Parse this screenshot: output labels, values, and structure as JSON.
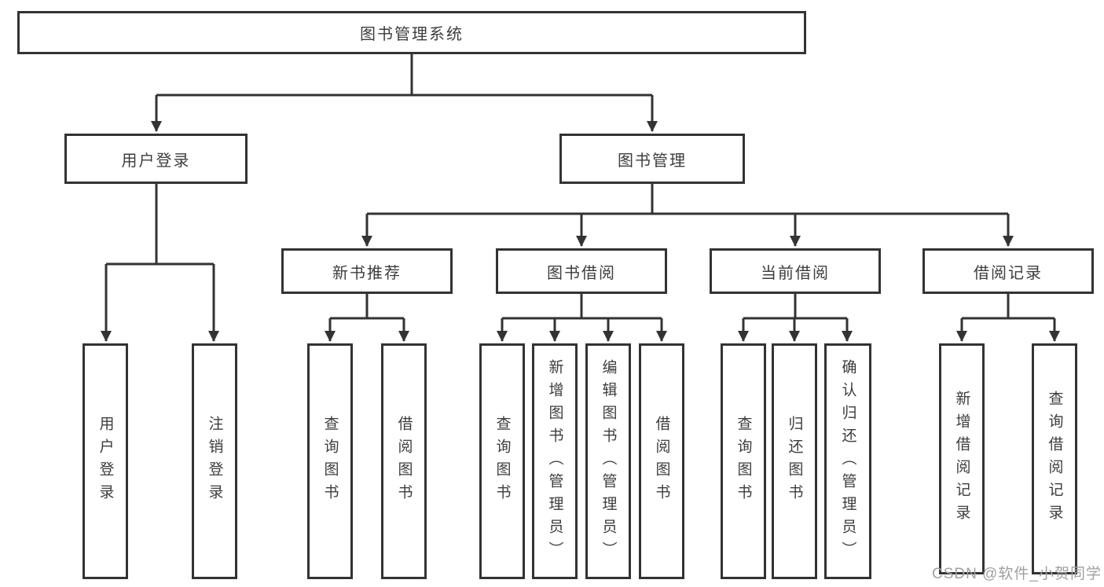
{
  "tree": {
    "root": {
      "label": "图书管理系统"
    },
    "branches": [
      {
        "label": "用户登录",
        "children": [
          {
            "label": "用户登录"
          },
          {
            "label": "注销登录"
          }
        ]
      },
      {
        "label": "图书管理",
        "children": [
          {
            "label": "新书推荐",
            "children": [
              {
                "label": "查询图书"
              },
              {
                "label": "借阅图书"
              }
            ]
          },
          {
            "label": "图书借阅",
            "children": [
              {
                "label": "查询图书"
              },
              {
                "label": "新增图书（管理员）"
              },
              {
                "label": "编辑图书（管理员）"
              },
              {
                "label": "借阅图书"
              }
            ]
          },
          {
            "label": "当前借阅",
            "children": [
              {
                "label": "查询图书"
              },
              {
                "label": "归还图书"
              },
              {
                "label": "确认归还（管理员）"
              }
            ]
          },
          {
            "label": "借阅记录",
            "children": [
              {
                "label": "新增借阅记录"
              },
              {
                "label": "查询借阅记录"
              }
            ]
          }
        ]
      }
    ]
  },
  "watermark": {
    "text": "CSDN @软件_小贺同学"
  },
  "colors": {
    "line": "#333333",
    "text": "#3d3d3d",
    "watermark": "#a0a0a0",
    "background": "#ffffff"
  }
}
